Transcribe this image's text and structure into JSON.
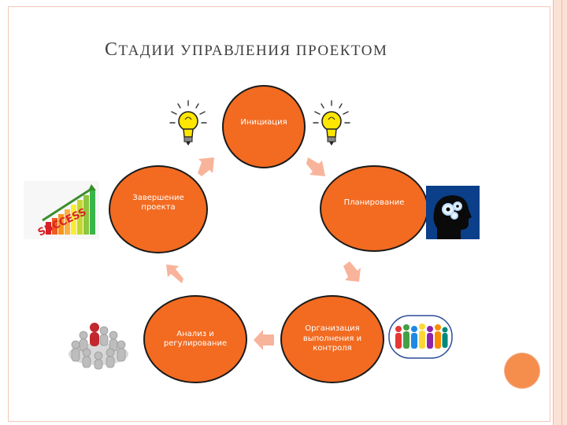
{
  "title": "Стадии управления проектом",
  "stages": [
    {
      "label": "Инициация"
    },
    {
      "label": "Планирование"
    },
    {
      "label": "Организация выполнения и контроля"
    },
    {
      "label": "Анализ и регулирование"
    },
    {
      "label": "Завершение проекта"
    }
  ],
  "images": {
    "success_text": "SUCCESS"
  },
  "colors": {
    "stage_fill": "#f26b21",
    "arrow_fill": "#f8b49a",
    "accent_stripe": "#fbe2d6"
  }
}
